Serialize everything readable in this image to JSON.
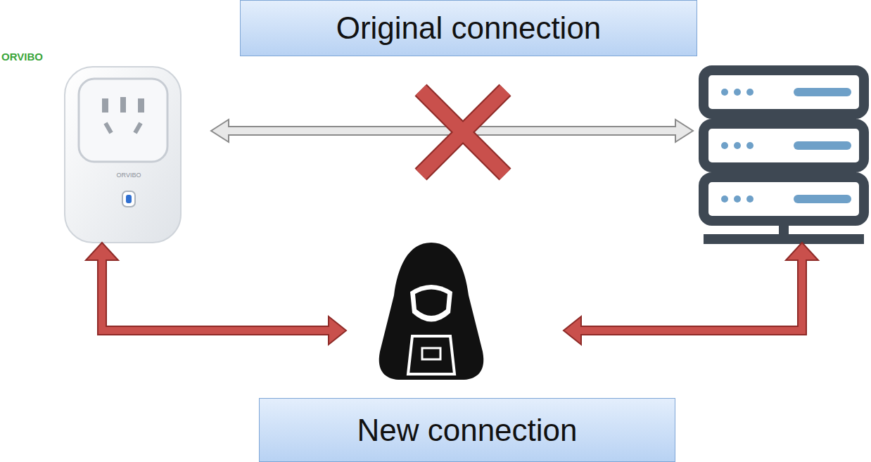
{
  "diagram": {
    "nodes": [
      {
        "text": [
          "Original connection"
        ]
      },
      {
        "text": [
          "New connection"
        ]
      }
    ],
    "labels": [
      "ORVIBO",
      "ORVIBO"
    ]
  }
}
